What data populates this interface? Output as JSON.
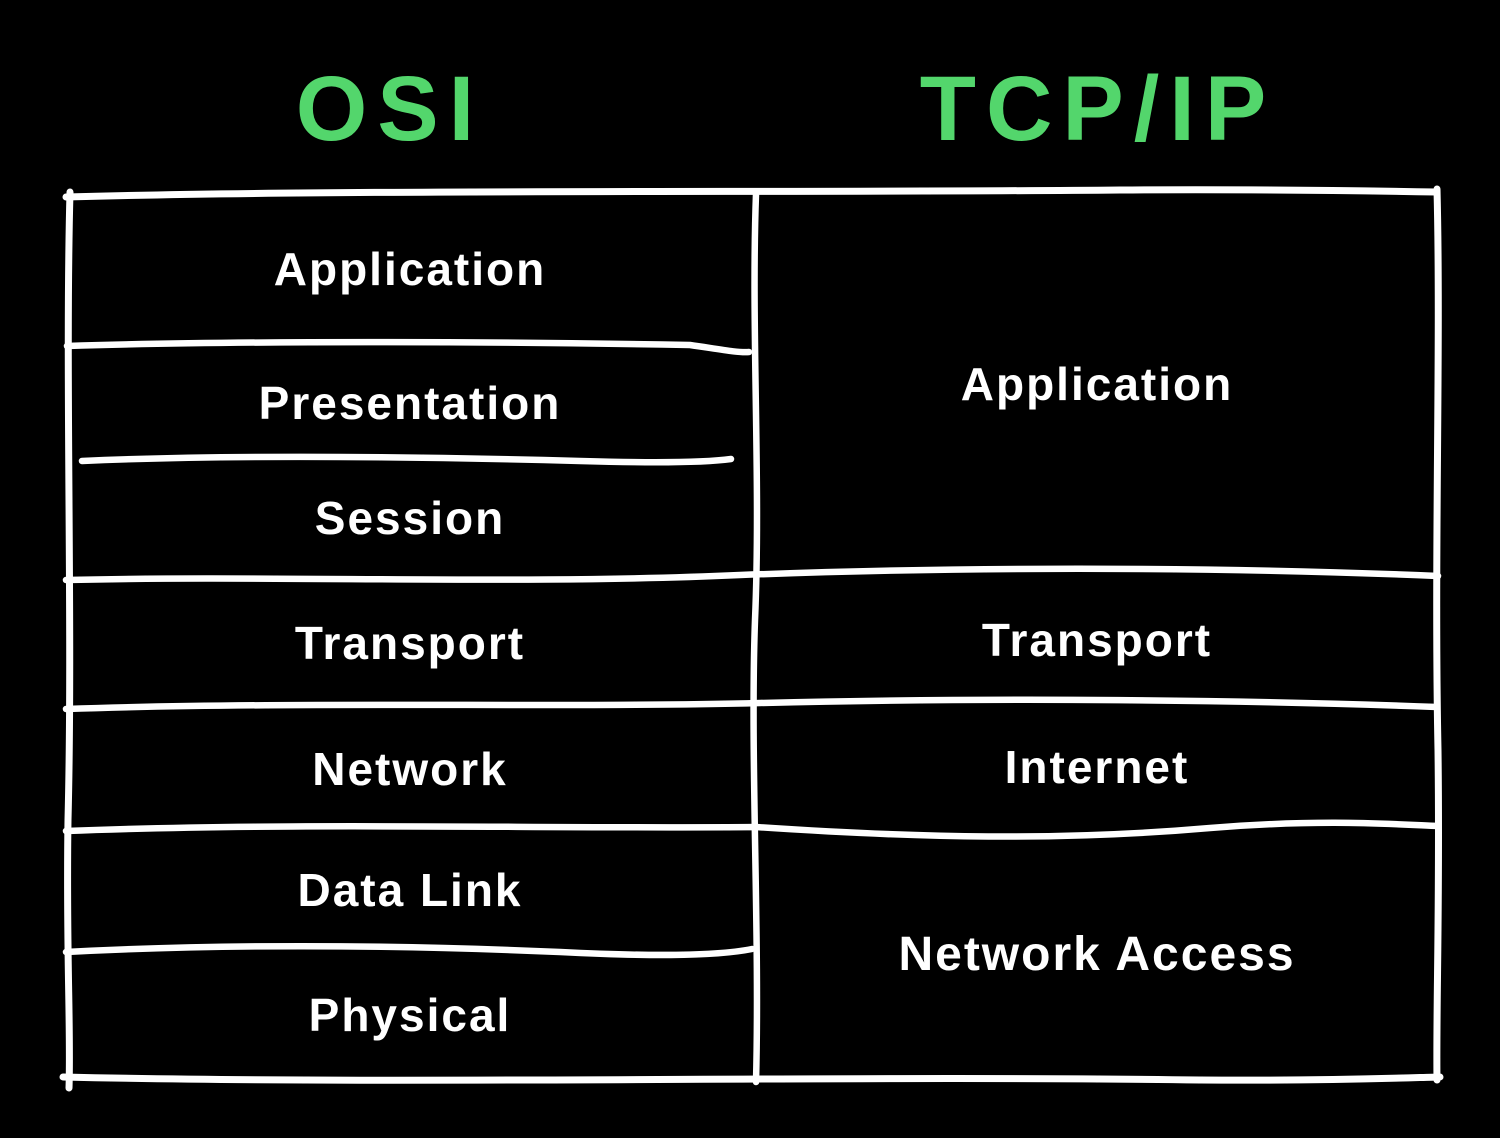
{
  "diagram": {
    "type": "comparison-table",
    "osi": {
      "title": "OSI",
      "layers": [
        "Application",
        "Presentation",
        "Session",
        "Transport",
        "Network",
        "Data Link",
        "Physical"
      ]
    },
    "tcpip": {
      "title": "TCP/IP",
      "layers": [
        "Application",
        "Transport",
        "Internet",
        "Network Access"
      ]
    },
    "colors": {
      "background": "#000000",
      "line": "#ffffff",
      "text": "#ffffff",
      "accent": "#53d66c"
    }
  }
}
